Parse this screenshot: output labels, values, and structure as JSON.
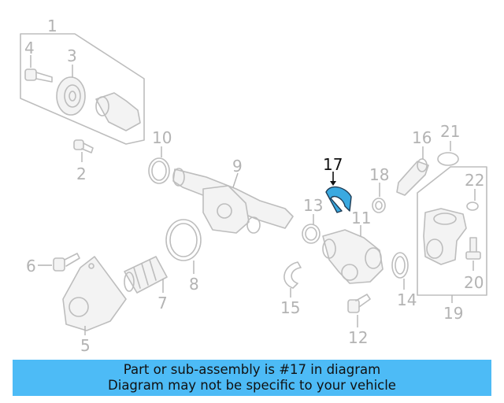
{
  "diagram": {
    "callouts": [
      "1",
      "2",
      "3",
      "4",
      "5",
      "6",
      "7",
      "8",
      "9",
      "10",
      "11",
      "12",
      "13",
      "14",
      "15",
      "16",
      "17",
      "18",
      "19",
      "20",
      "21",
      "22"
    ],
    "highlighted_part": "17",
    "highlight_color": "#3aa9e0",
    "part_color": "#bdbdbd"
  },
  "banner": {
    "line1": "Part or sub-assembly is #17 in diagram",
    "line2": "Diagram may not be specific to your vehicle",
    "background": "#4dbbf6"
  }
}
